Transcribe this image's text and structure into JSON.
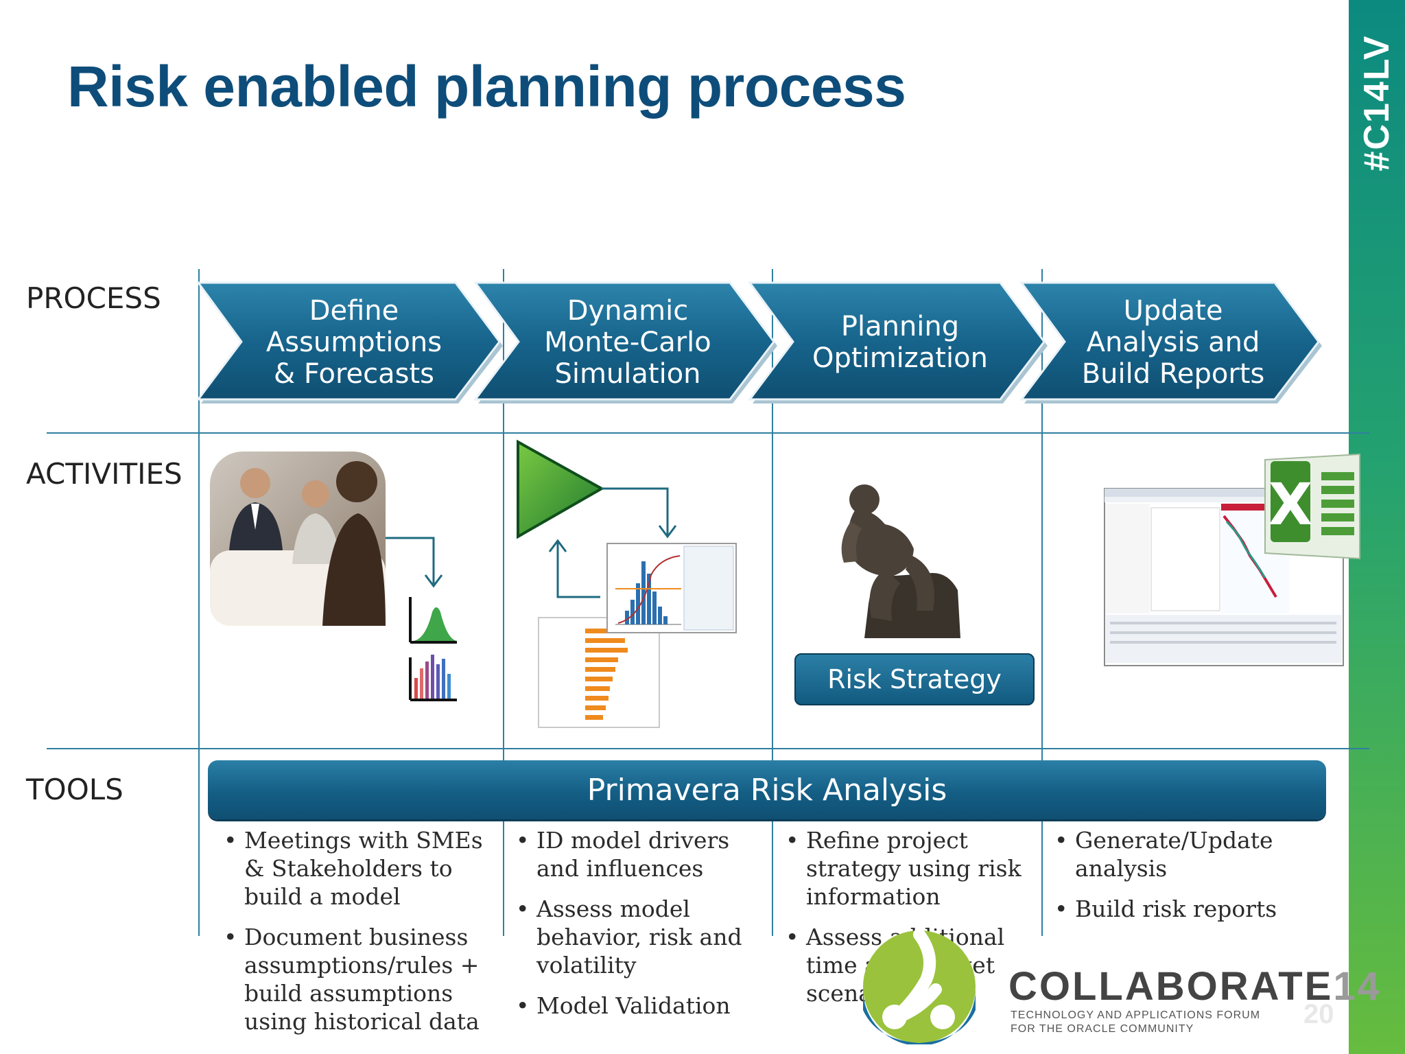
{
  "slide": {
    "title": "Risk enabled planning process",
    "hashtag": "#C14LV",
    "page_number": "20"
  },
  "rows": {
    "process": "PROCESS",
    "activities": "ACTIVITIES",
    "tools": "TOOLS"
  },
  "process_steps": [
    {
      "line1": "Define",
      "line2": "Assumptions",
      "line3": "& Forecasts"
    },
    {
      "line1": "Dynamic",
      "line2": "Monte-Carlo",
      "line3": "Simulation"
    },
    {
      "line1": "Planning",
      "line2": "Optimization",
      "line3": ""
    },
    {
      "line1": "Update",
      "line2": "Analysis and",
      "line3": "Build Reports"
    }
  ],
  "activities": {
    "risk_strategy_label": "Risk Strategy"
  },
  "tools": {
    "bar_label": "Primavera Risk Analysis",
    "columns": [
      {
        "items": [
          "Meetings with SMEs & Stakeholders to build a model",
          "Document business assumptions/rules + build assumptions using historical data"
        ]
      },
      {
        "items": [
          "ID model drivers and influences",
          "Assess model behavior, risk and volatility",
          "Model Validation"
        ]
      },
      {
        "items": [
          "Refine project strategy using risk information",
          "Assess additional time and budget scenarios"
        ]
      },
      {
        "items": [
          "Generate/Update analysis",
          "Build risk reports"
        ]
      }
    ]
  },
  "branding": {
    "collaborate": "COLLABORATE",
    "year": "14",
    "tagline_line1": "TECHNOLOGY AND APPLICATIONS FORUM",
    "tagline_line2": "FOR THE ORACLE COMMUNITY"
  },
  "colors": {
    "title": "#0e4d7a",
    "chevron": "#16668f",
    "sidebar_top": "#0c8a80",
    "sidebar_bottom": "#66bc3e"
  }
}
